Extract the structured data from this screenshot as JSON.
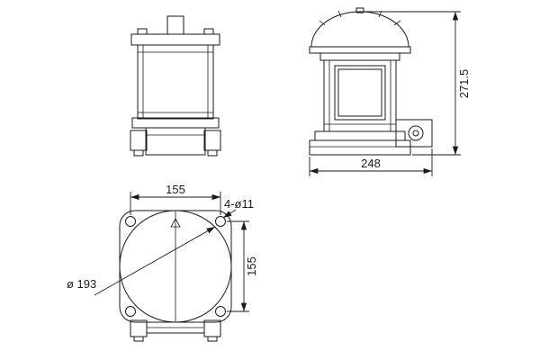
{
  "drawing": {
    "background": "#ffffff",
    "line_color": "#1a1a1a",
    "dims": {
      "overall_height": "271.5",
      "overall_width": "248",
      "hole_spacing_horizontal": "155",
      "hole_spacing_vertical": "155",
      "holes": "4-ø11",
      "flange_diameter": "ø 193"
    }
  }
}
